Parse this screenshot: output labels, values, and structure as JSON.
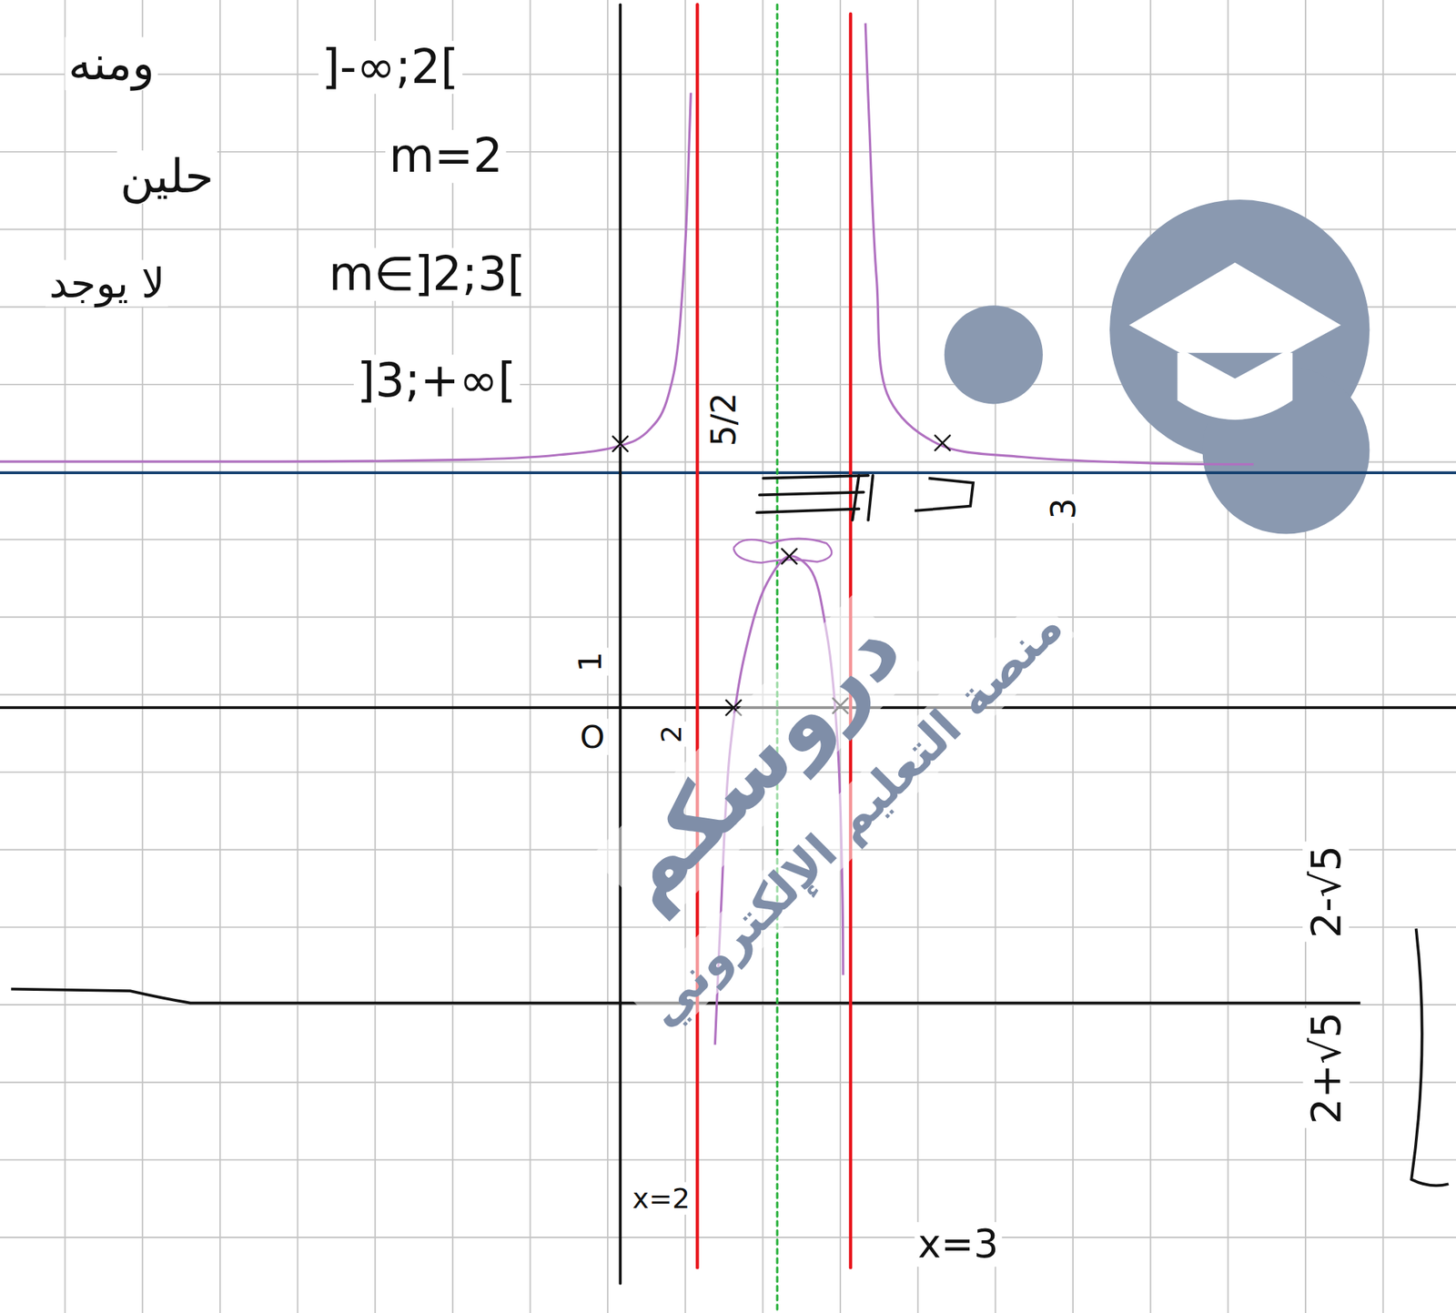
{
  "diagram": {
    "labels": [
      "ومنه",
      "]-∞;2[",
      "حلين",
      "m=2",
      "لا يوجد",
      "m∈]2;3[",
      "]3;+∞[",
      "5/2",
      "3",
      "O",
      "1",
      "2",
      "2-√5",
      "2+√5",
      "x=3",
      "x=2",
      "دروسكم",
      "منصة التعليم الإلكتروني"
    ]
  }
}
